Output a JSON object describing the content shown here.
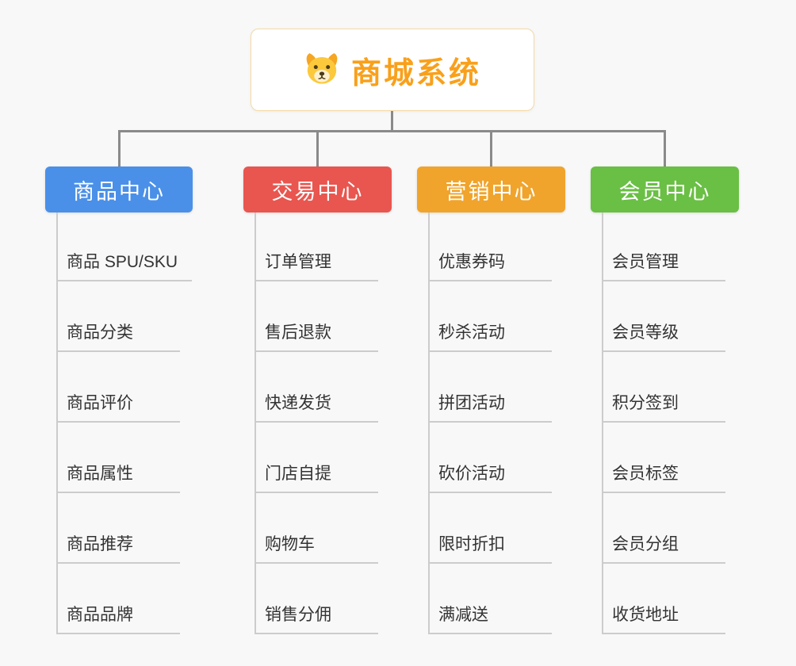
{
  "root": {
    "title": "商城系统",
    "icon": "dog-face-icon",
    "title_color": "#f9a01b",
    "border_color": "#f5d9a4"
  },
  "branches": [
    {
      "label": "商品中心",
      "color": "#4a90e8",
      "items": [
        "商品 SPU/SKU",
        "商品分类",
        "商品评价",
        "商品属性",
        "商品推荐",
        "商品品牌"
      ]
    },
    {
      "label": "交易中心",
      "color": "#e8564f",
      "items": [
        "订单管理",
        "售后退款",
        "快递发货",
        "门店自提",
        "购物车",
        "销售分佣"
      ]
    },
    {
      "label": "营销中心",
      "color": "#f0a42c",
      "items": [
        "优惠券码",
        "秒杀活动",
        "拼团活动",
        "砍价活动",
        "限时折扣",
        "满减送"
      ]
    },
    {
      "label": "会员中心",
      "color": "#6abf45",
      "items": [
        "会员管理",
        "会员等级",
        "积分签到",
        "会员标签",
        "会员分组",
        "收货地址"
      ]
    }
  ],
  "style": {
    "connector_color": "#8a8a8a",
    "leaf_line_color": "#cccccc",
    "background": "#f8f8f8"
  }
}
